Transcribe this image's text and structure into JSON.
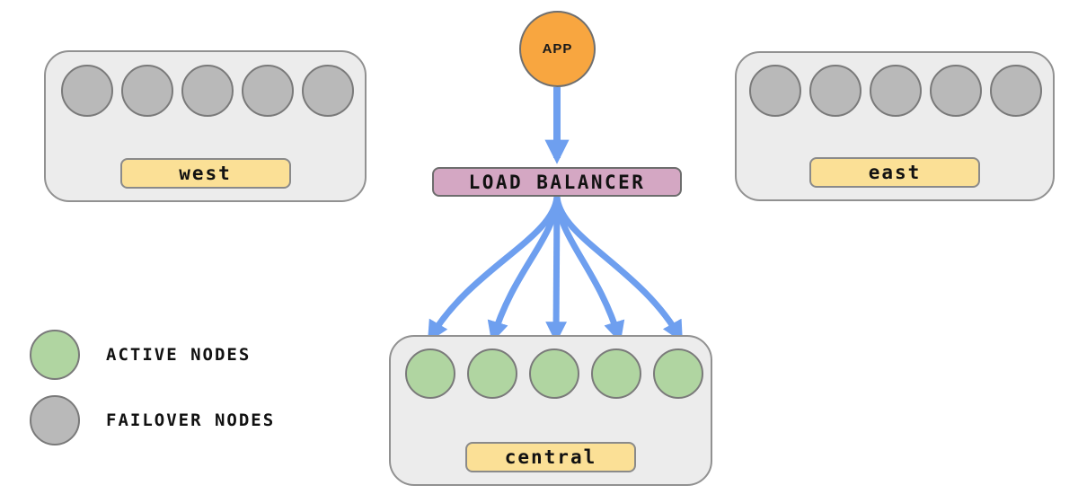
{
  "app": {
    "label": "APP"
  },
  "load_balancer": {
    "label": "LOAD BALANCER"
  },
  "regions": [
    {
      "id": "west",
      "label": "west",
      "node_count": 5,
      "node_type": "failover"
    },
    {
      "id": "east",
      "label": "east",
      "node_count": 5,
      "node_type": "failover"
    },
    {
      "id": "central",
      "label": "central",
      "node_count": 5,
      "node_type": "active"
    }
  ],
  "legend": [
    {
      "swatch": "active",
      "label": "ACTIVE NODES"
    },
    {
      "swatch": "failover",
      "label": "FAILOVER NODES"
    }
  ],
  "colors": {
    "app_fill": "#f8a640",
    "lb_fill": "#d4a7c3",
    "region_fill": "#ececec",
    "region_border": "#919191",
    "label_fill": "#fbe096",
    "label_border": "#8a8a8a",
    "active_node": "#b0d5a1",
    "failover_node": "#b9b9b9",
    "node_border": "#7a7a7a",
    "arrow": "#6e9fef"
  }
}
